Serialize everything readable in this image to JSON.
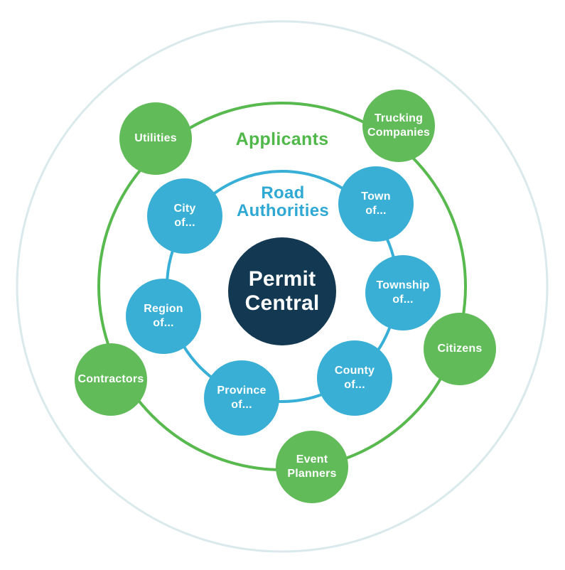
{
  "diagram": {
    "title": "Permit Central stakeholder diagram",
    "background_color": "#FFFFFF",
    "outer_ring_color": "#D9E9EC",
    "center": {
      "label": "Permit\nCentral",
      "color": "#123852",
      "text_color": "#FFFFFF"
    },
    "road_authorities": {
      "ring_label": "Road\nAuthorities",
      "label_color": "#2FA9D4",
      "ring_color": "#38AFD6",
      "node_color": "#3AAFD6",
      "nodes": [
        {
          "label": "City\nof..."
        },
        {
          "label": "Town\nof..."
        },
        {
          "label": "Township\nof..."
        },
        {
          "label": "County\nof..."
        },
        {
          "label": "Province\nof..."
        },
        {
          "label": "Region\nof..."
        }
      ]
    },
    "applicants": {
      "ring_label": "Applicants",
      "label_color": "#4FB848",
      "ring_color": "#57B94E",
      "node_color": "#60BB58",
      "nodes": [
        {
          "label": "Utilities"
        },
        {
          "label": "Trucking\nCompanies"
        },
        {
          "label": "Citizens"
        },
        {
          "label": "Event\nPlanners"
        },
        {
          "label": "Contractors"
        }
      ]
    }
  }
}
